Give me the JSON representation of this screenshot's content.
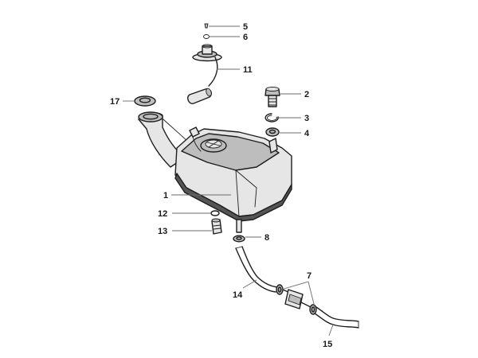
{
  "diagram": {
    "callouts": [
      {
        "id": "c1",
        "label": "1"
      },
      {
        "id": "c2",
        "label": "2"
      },
      {
        "id": "c3",
        "label": "3"
      },
      {
        "id": "c4",
        "label": "4"
      },
      {
        "id": "c5",
        "label": "5"
      },
      {
        "id": "c6",
        "label": "6"
      },
      {
        "id": "c7",
        "label": "7"
      },
      {
        "id": "c8",
        "label": "8"
      },
      {
        "id": "c11",
        "label": "11"
      },
      {
        "id": "c12",
        "label": "12"
      },
      {
        "id": "c13",
        "label": "13"
      },
      {
        "id": "c14",
        "label": "14"
      },
      {
        "id": "c15",
        "label": "15"
      },
      {
        "id": "c17",
        "label": "17"
      }
    ]
  }
}
